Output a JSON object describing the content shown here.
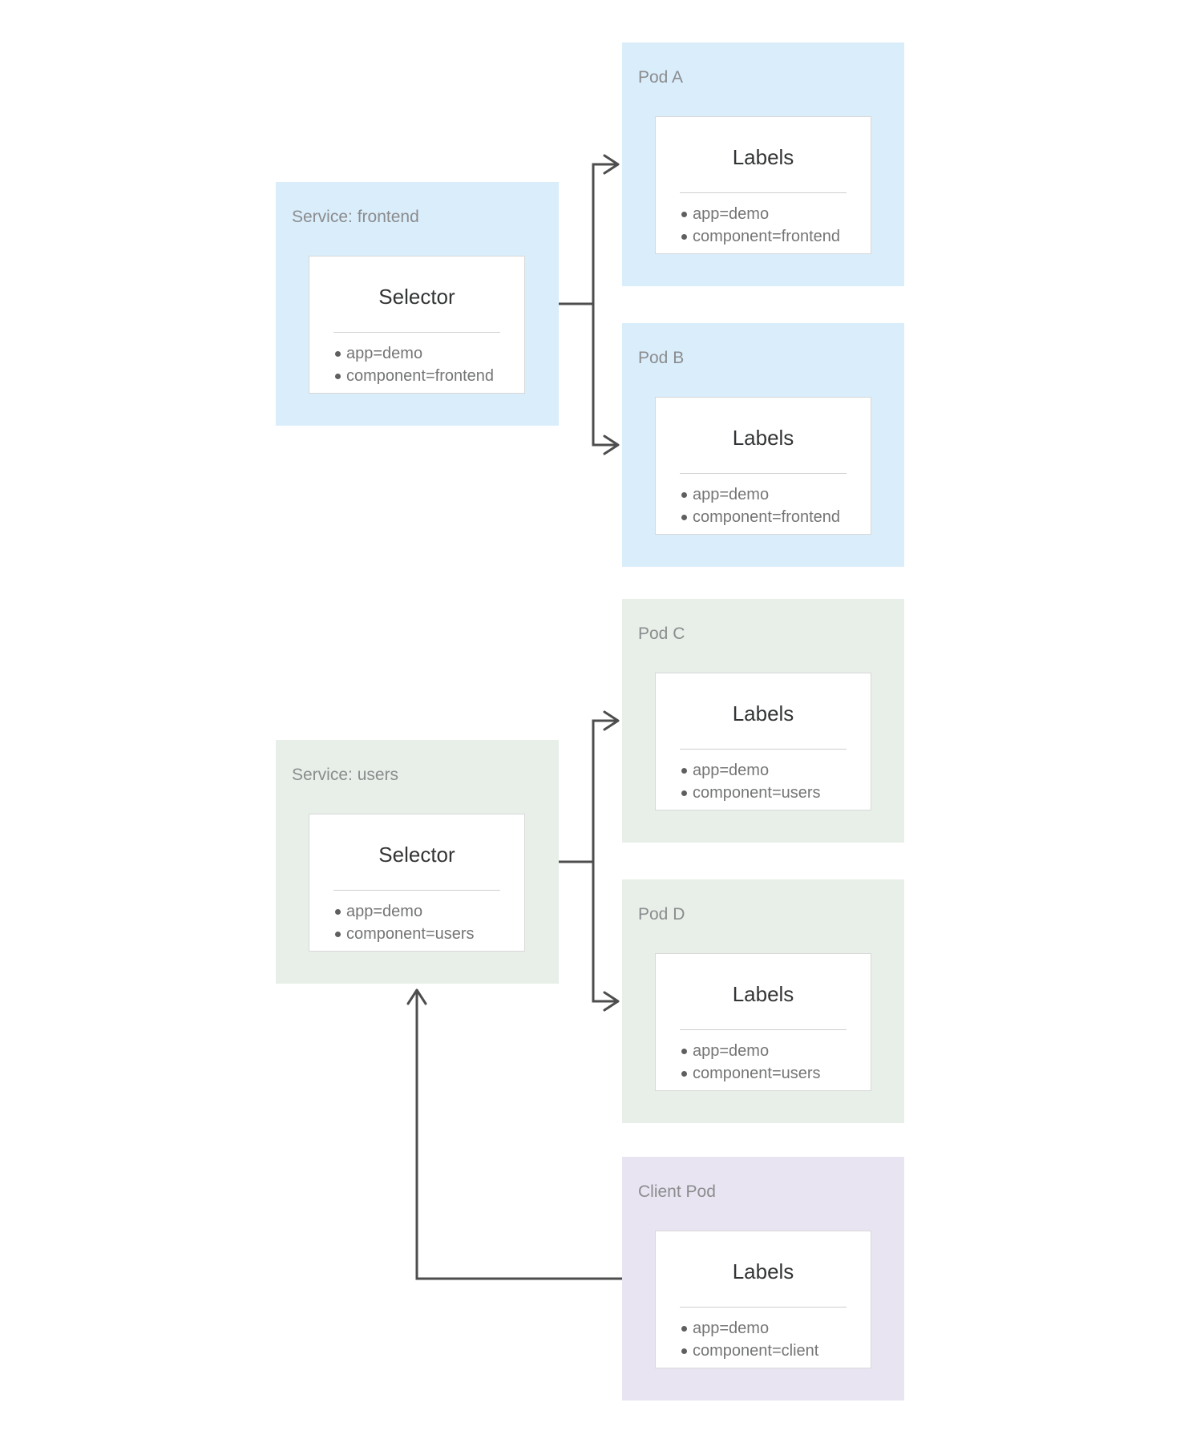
{
  "nodes": [
    {
      "title": "Service: frontend",
      "heading": "Selector",
      "items": [
        "app=demo",
        "component=frontend"
      ]
    },
    {
      "title": "Pod A",
      "heading": "Labels",
      "items": [
        "app=demo",
        "component=frontend"
      ]
    },
    {
      "title": "Pod B",
      "heading": "Labels",
      "items": [
        "app=demo",
        "component=frontend"
      ]
    },
    {
      "title": "Pod C",
      "heading": "Labels",
      "items": [
        "app=demo",
        "component=users"
      ]
    },
    {
      "title": "Service: users",
      "heading": "Selector",
      "items": [
        "app=demo",
        "component=users"
      ]
    },
    {
      "title": "Pod D",
      "heading": "Labels",
      "items": [
        "app=demo",
        "component=users"
      ]
    },
    {
      "title": "Client Pod",
      "heading": "Labels",
      "items": [
        "app=demo",
        "component=client"
      ]
    }
  ],
  "edges": [
    {
      "from": "Service: frontend",
      "to": "Pod A"
    },
    {
      "from": "Service: frontend",
      "to": "Pod B"
    },
    {
      "from": "Service: users",
      "to": "Pod C"
    },
    {
      "from": "Service: users",
      "to": "Pod D"
    },
    {
      "from": "Client Pod",
      "to": "Service: users"
    }
  ],
  "colors": {
    "frontend_group_bg": "#d9edfb",
    "users_group_bg": "#e7efe8",
    "client_group_bg": "#e9e4f2",
    "card_bg": "#ffffff",
    "card_border": "#d8d8d8",
    "title_text": "#8b8c8e",
    "heading_text": "#323436",
    "item_text": "#747576",
    "arrow": "#4d4d4d"
  }
}
